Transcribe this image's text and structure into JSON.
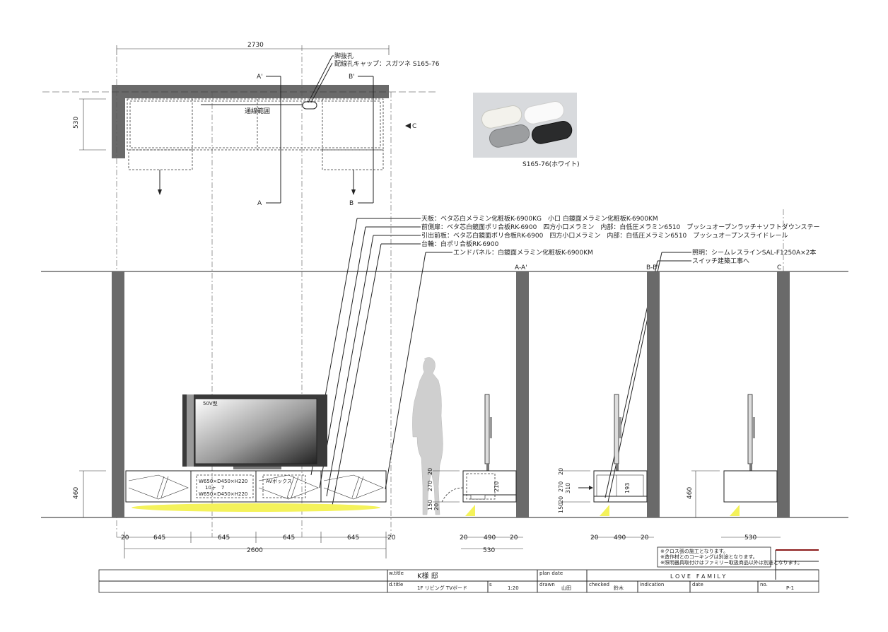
{
  "plan": {
    "width_dim": "2730",
    "depth_dim": "530",
    "annot_hole": "脚抜孔",
    "annot_cap": "配線孔キャップ：スガツネ S165-76",
    "wiring_range": "通線範囲",
    "marker_a_top": "A'",
    "marker_a_bottom": "A",
    "marker_b_top": "B'",
    "marker_b_bottom": "B",
    "marker_c": "C"
  },
  "photo_caption": "S165-76(ホワイト)",
  "notes": [
    "天板：ベタ芯白メラミン化粧板K-6900KG　小口 白鏡面メラミン化粧板K-6900KM",
    "前側扉：ベタ芯白鏡面ポリ合板RK-6900　四方小口メラミン　内部：白低圧メラミン6510　プッシュオープンラッチ＋ソフトダウンステー",
    "引出前板：ベタ芯白鏡面ポリ合板RK-6900　四方小口メラミン　内部：白低圧メラミン6510　プッシュオープンスライドレール",
    "台輪：白ポリ合板RK-6900",
    "エンドパネル：白鏡面メラミン化粧板K-6900KM"
  ],
  "lighting_notes": [
    "照明：シームレスラインSAL-F1250A×2本",
    "スイッチ建築工事へ"
  ],
  "elevation": {
    "height_dim": "460",
    "tv_label": "50V型",
    "drawer_labels": [
      "W650×D450×H220",
      "10ヶ　7",
      "W650×D450×H220"
    ],
    "drawer_label_short": "AVボックス"
  },
  "bottom_dims": {
    "ends": [
      "20",
      "20"
    ],
    "bays": [
      "645",
      "645",
      "645",
      "645"
    ],
    "total": "2600"
  },
  "sections": {
    "aa": {
      "label": "A-A'",
      "depth_parts": [
        "20",
        "490",
        "20"
      ],
      "depth_total": "530",
      "heights": [
        "20",
        "270",
        "150",
        "20",
        "210"
      ]
    },
    "bb": {
      "label": "B-B'",
      "depth_parts": [
        "20",
        "490",
        "20"
      ],
      "heights": [
        "310",
        "20",
        "270",
        "20",
        "150",
        "193"
      ]
    },
    "c": {
      "label": "C",
      "height_dim": "460",
      "depth_total": "530"
    }
  },
  "remarks": [
    "※クロス張の施工となります。",
    "※造作材とのコーキングは別途となります。",
    "※照明器具取付けはファミリー取扱商品以外は別途となります。"
  ],
  "title_block": {
    "w_title_label": "w.title",
    "w_title": "K様 邸",
    "d_title_label": "d.title",
    "d_title": "1F リビング TVボード",
    "scale_label": "s",
    "scale": "1:20",
    "plan_date_label": "plan date",
    "drawn_label": "drawn",
    "drawn": "山田",
    "checked_label": "checked",
    "checked": "鈴木",
    "indication_label": "indication",
    "date_label": "date",
    "no_label": "no.",
    "no": "P-1",
    "brand": "L O V E　F A M I L Y"
  },
  "colors": {
    "wall": "#6a6a6a",
    "light": "#f4f25a",
    "photo_bg": "#d8dadd",
    "brand_red": "#8b1a1a"
  }
}
